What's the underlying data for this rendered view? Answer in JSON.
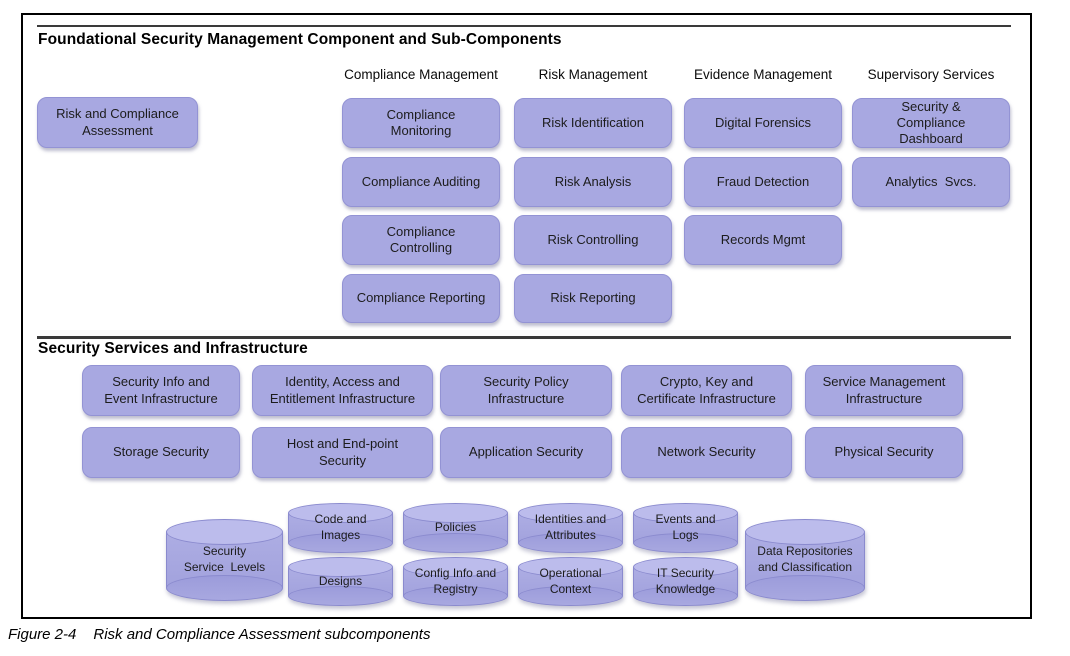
{
  "colors": {
    "box_fill": "#a8a8e1",
    "box_border": "#9393d4",
    "cylinder_top": "#bcbcec",
    "cylinder_shade": "#9c9cdb",
    "frame_border": "#000000",
    "rule": "#3a3a3a"
  },
  "top_section": {
    "title": "Foundational Security Management Component and Sub-Components",
    "assessment_box": "Risk and Compliance\nAssessment",
    "columns": [
      {
        "header": "Compliance Management",
        "boxes": [
          "Compliance\nMonitoring",
          "Compliance Auditing",
          "Compliance\nControlling",
          "Compliance Reporting"
        ]
      },
      {
        "header": "Risk Management",
        "boxes": [
          "Risk Identification",
          "Risk Analysis",
          "Risk Controlling",
          "Risk Reporting"
        ]
      },
      {
        "header": "Evidence Management",
        "boxes": [
          "Digital Forensics",
          "Fraud Detection",
          "Records Mgmt"
        ]
      },
      {
        "header": "Supervisory Services",
        "boxes": [
          "Security &\nCompliance\nDashboard",
          "Analytics  Svcs."
        ]
      }
    ]
  },
  "infrastructure_section": {
    "title": "Security Services and Infrastructure",
    "row1": [
      "Security Info and\nEvent Infrastructure",
      "Identity, Access and\nEntitlement Infrastructure",
      "Security Policy\nInfrastructure",
      "Crypto, Key and\nCertificate Infrastructure",
      "Service Management\nInfrastructure"
    ],
    "row2": [
      "Storage Security",
      "Host and End-point\nSecurity",
      "Application Security",
      "Network Security",
      "Physical Security"
    ]
  },
  "repositories": {
    "left_cylinder": "Security\nService  Levels",
    "stacks": [
      {
        "top": "Code and\nImages",
        "bottom": "Designs"
      },
      {
        "top": "Policies",
        "bottom": "Config Info and\nRegistry"
      },
      {
        "top": "Identities and\nAttributes",
        "bottom": "Operational\nContext"
      },
      {
        "top": "Events and\nLogs",
        "bottom": "IT Security\nKnowledge"
      }
    ],
    "right_cylinder": "Data Repositories\nand Classification"
  },
  "caption": {
    "label": "Figure 2-4",
    "text": "Risk and Compliance Assessment subcomponents"
  }
}
